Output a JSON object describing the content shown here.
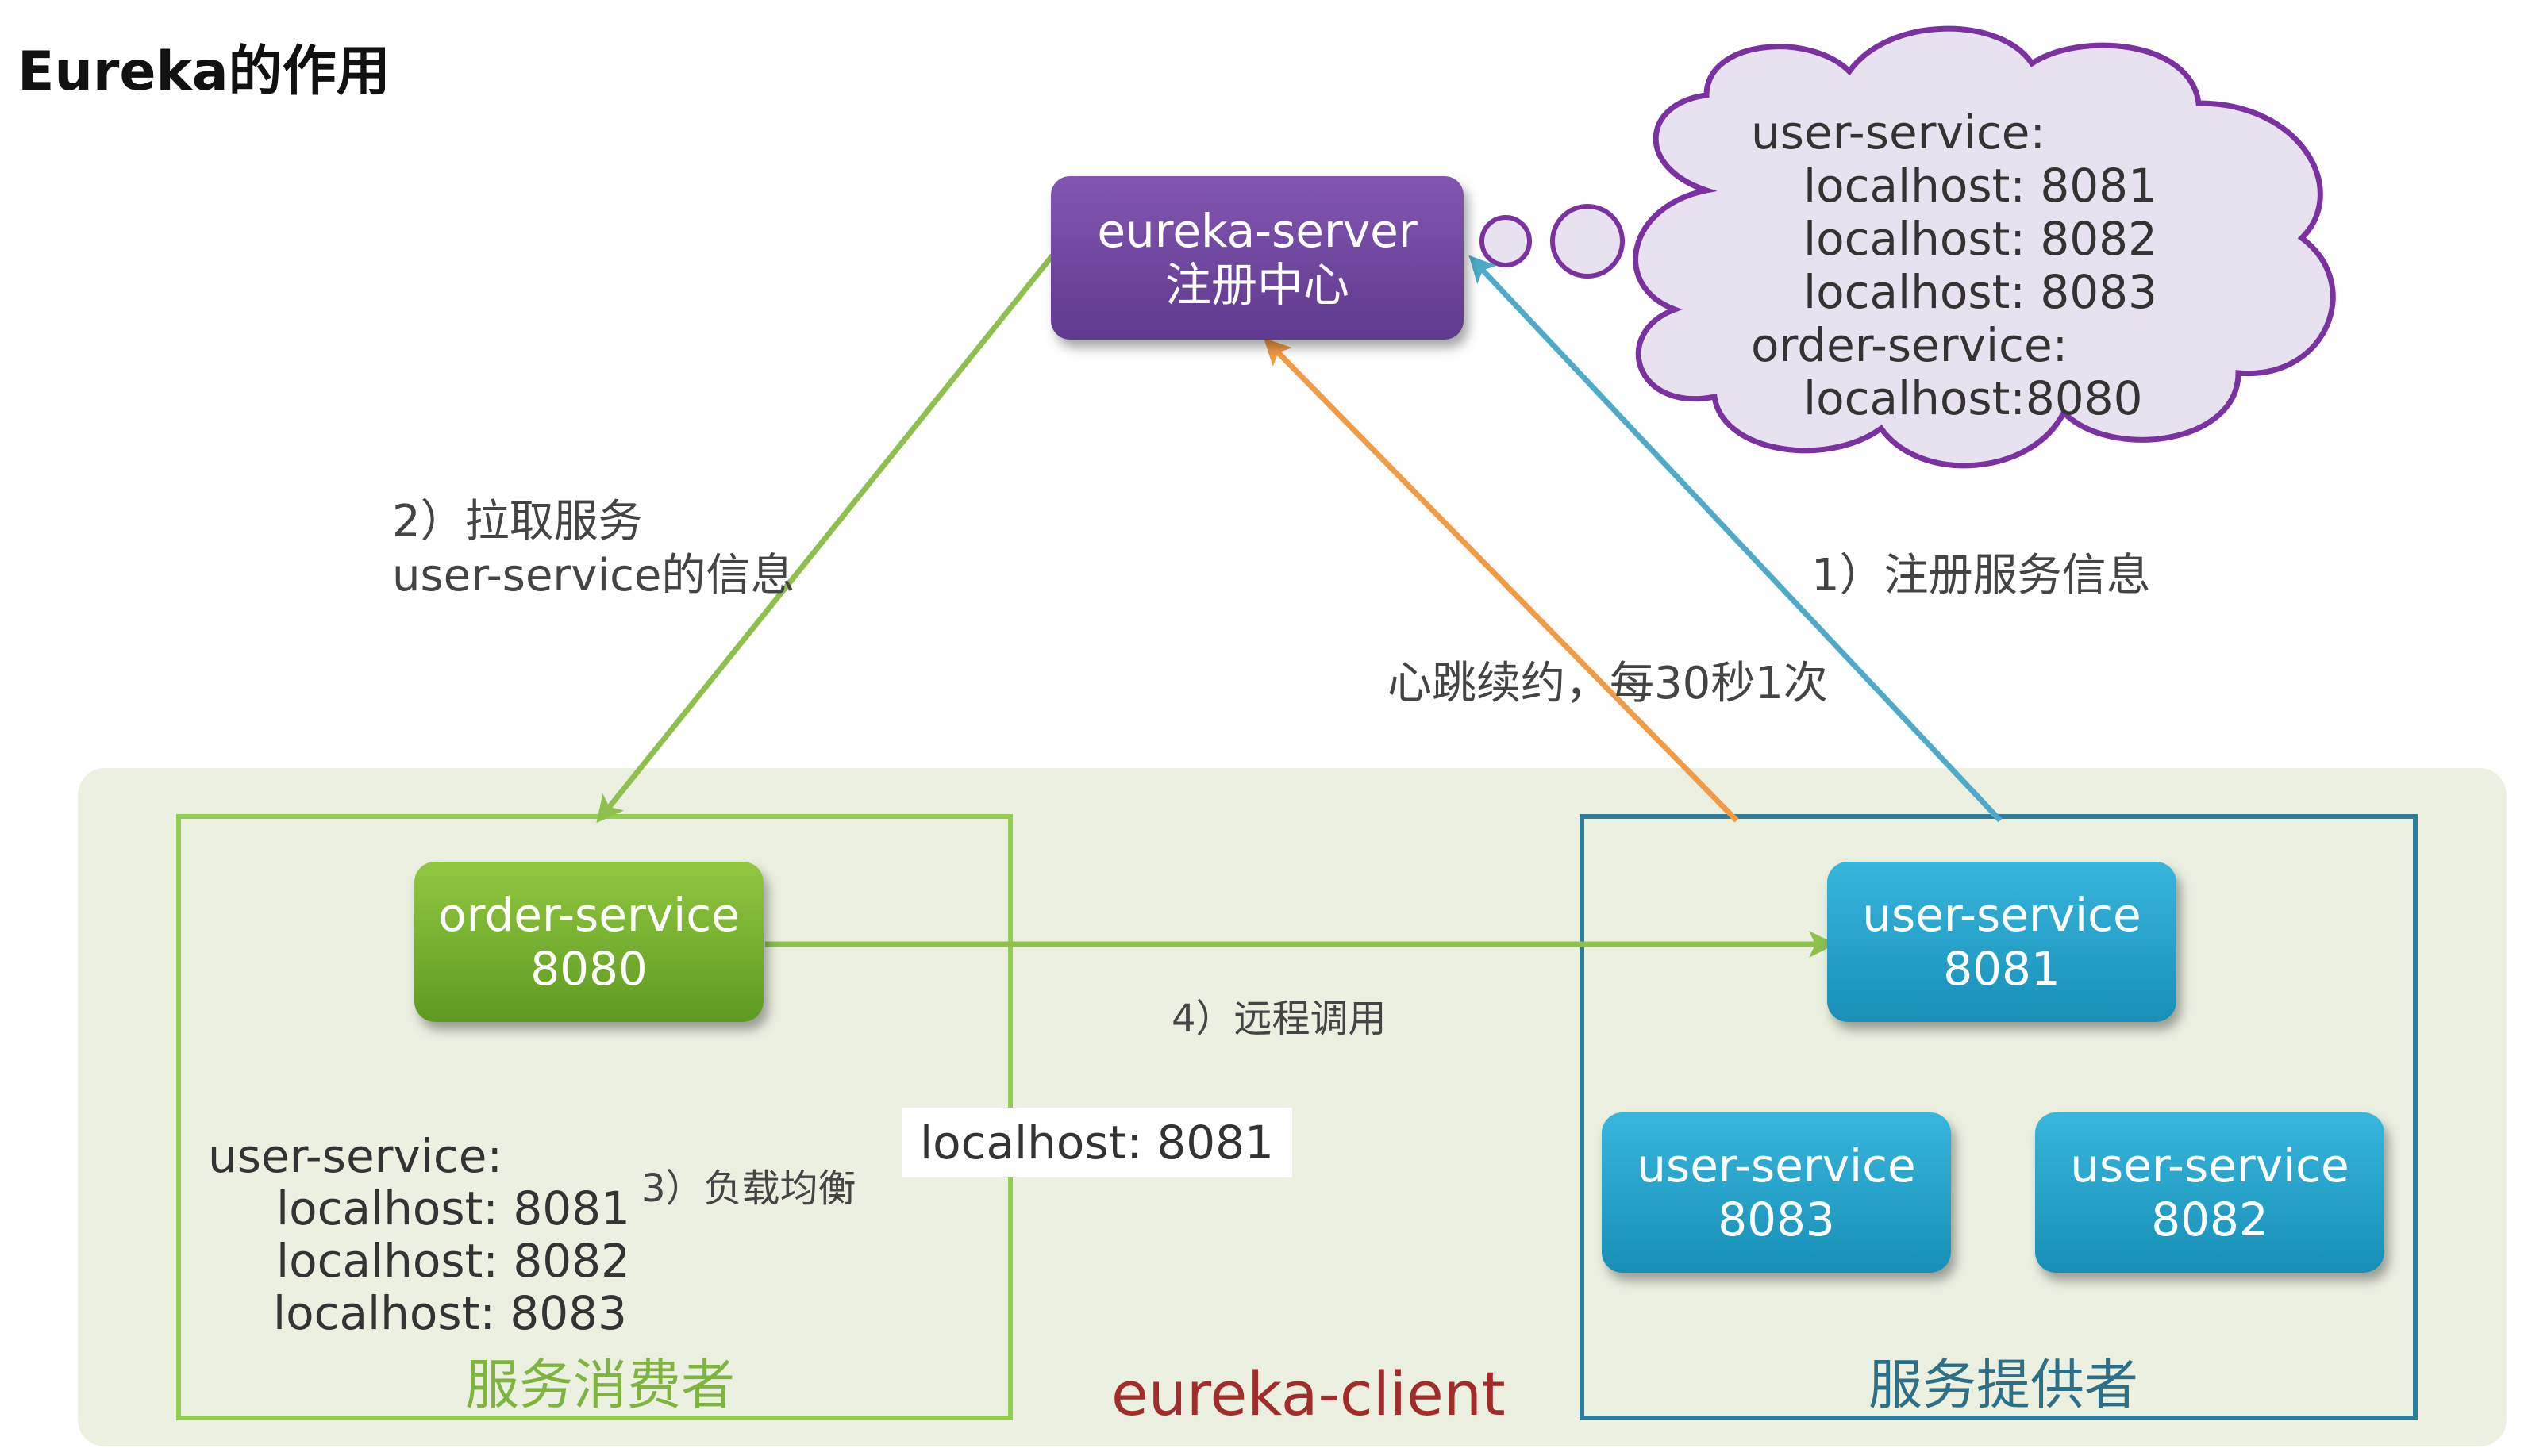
{
  "title": "Eureka的作用",
  "server": {
    "line1": "eureka-server",
    "line2": "注册中心"
  },
  "order_service": {
    "line1": "order-service",
    "line2": "8080"
  },
  "user_service_8081": {
    "line1": "user-service",
    "line2": "8081"
  },
  "user_service_8083": {
    "line1": "user-service",
    "line2": "8083"
  },
  "user_service_8082": {
    "line1": "user-service",
    "line2": "8082"
  },
  "cloud_registry": [
    "user-service:",
    "localhost: 8081",
    "localhost: 8082",
    "localhost: 8083",
    "order-service:",
    "localhost:8080"
  ],
  "steps": {
    "step1": "1）注册服务信息",
    "step2_line1": "2）拉取服务",
    "step2_line2": "user-service的信息",
    "step3": "3）负载均衡",
    "step4": "4）远程调用",
    "heartbeat": "心跳续约，每30秒1次"
  },
  "consumer_list": [
    "user-service:",
    "localhost: 8081",
    "localhost: 8082",
    "localhost: 8083"
  ],
  "chosen_address": "localhost: 8081",
  "consumer_label": "服务消费者",
  "provider_label": "服务提供者",
  "client_label": "eureka-client",
  "colors": {
    "server": "#6a449a",
    "consumer": "#92cd4f",
    "provider": "#2e7c99",
    "user_node": "#2aa7d1",
    "order_node": "#78b230",
    "arrow_pull": "#8fbf4f",
    "arrow_register": "#4eaac8",
    "arrow_heartbeat": "#f39a45",
    "client_text": "#a22b2b",
    "cloud_fill": "#e8e1f0",
    "cloud_stroke": "#7a32a0"
  }
}
